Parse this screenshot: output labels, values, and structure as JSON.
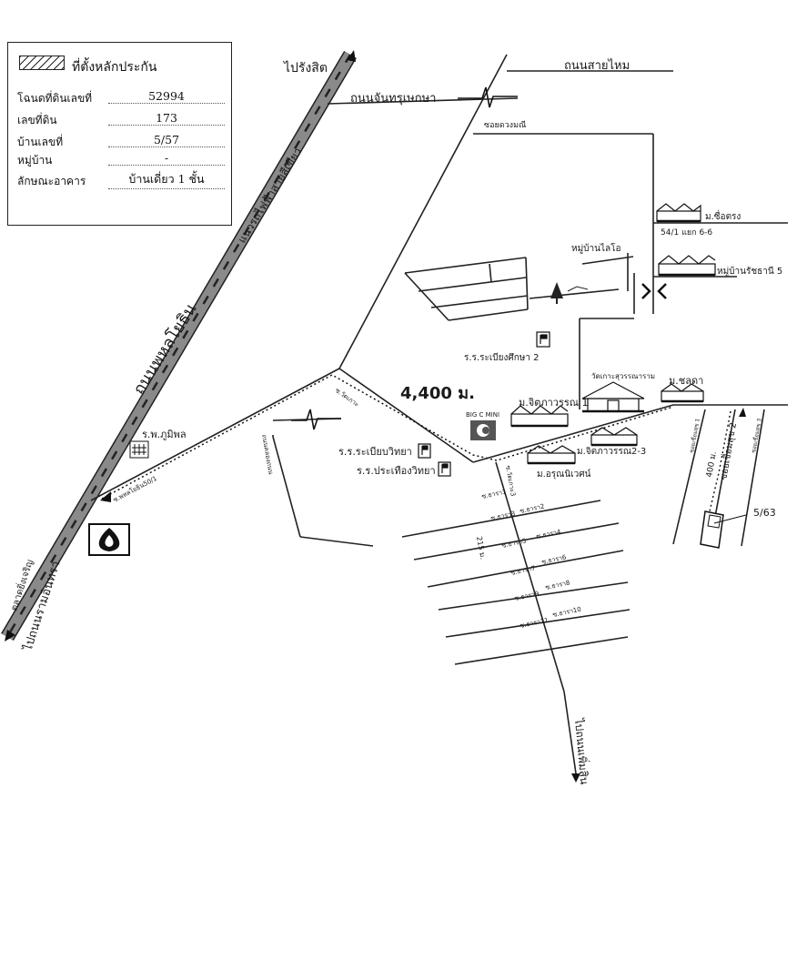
{
  "legend": {
    "title": "ที่ตั้งหลักประกัน",
    "rows": [
      {
        "label": "โฉนดที่ดินเลขที่",
        "value": "52994"
      },
      {
        "label": "เลขที่ดิน",
        "value": "173"
      },
      {
        "label": "บ้านเลขที่",
        "value": "5/57"
      },
      {
        "label": "หมู่บ้าน",
        "value": "-"
      },
      {
        "label": "ลักษณะอาคาร",
        "value": "บ้านเดี่ยว 1 ชั้น"
      }
    ]
  },
  "roads": {
    "phahonyothin": "ถนนพหลโยธิน",
    "skytrain": "แนวรถไฟฟ้าสายสีเขียว",
    "to_rangsit": "ไปรังสิต",
    "sai_mai": "ถนนสายไหม",
    "chantharakasem": "ถนนจันทรุเษกษา",
    "soi_duangmanee": "ซอยดวงมณี",
    "to_wongwaen": "ไปถนนรามอินทรา",
    "talad_yingcharoen": "ตลาดยิ่งเจริญ",
    "soi_phahon": "ซ.พหลโยธิน50/1",
    "soi_watko": "ซ.วัดเกาะ",
    "soi_watko3": "ซ.วัดเกาะ3",
    "thanon_kanlapaphruek": "ถนนคลองถนน",
    "to_kanchana": "ไปถนนเพิ่มสิน",
    "soi_chuengsuk": "ซอยเชื่อมสุข 2",
    "soi_r1": "ซอยเชื่อมสุข 1",
    "soi_r3": "ซอยเชื่อมสุข 3",
    "dist_4400": "4,400 ม.",
    "dist_400": "400 ม.",
    "dist_215": "215 ม.",
    "soi_list": [
      "ซ.ธารา1",
      "ซ.ธารา2",
      "ซ.ธารา3",
      "ซ.ธารา4",
      "ซ.ธารา5",
      "ซ.ธารา6",
      "ซ.ธารา7",
      "ซ.ธารา8",
      "ซ.ธารา9",
      "ซ.ธารา10",
      "ซ.ธารา11"
    ]
  },
  "places": {
    "m_suetrong": "ม.ซื่อตรง",
    "soi_54_1": "54/1 แยก 6-6",
    "moobaan_laiyo": "หมู่บ้านไลโอ",
    "moobaan_ratchathani": "หมู่บ้านรัชธานี 5",
    "school_rabiang2": "ร.ร.ระเบียงศึกษา 2",
    "wat": "วัดเกาะสุวรรณาราม",
    "m_chalada": "ม.ชลดา",
    "m_jitpawan1": "ม.จิตภาวรรณ 1",
    "m_jitpawan23": "ม.จิตภาวรรณ2-3",
    "m_arunniwet": "ม.อรุณนิเวศน์",
    "bigc": "BIG C MINI",
    "hospital": "ร.พ.ภูมิพล",
    "school_rabiab": "ร.ร.ระเบียบวิทยา",
    "school_prasert": "ร.ร.ประเทืองวิทยา",
    "plot_no": "5/63"
  },
  "colors": {
    "ink": "#1a1a1a",
    "road_fill": "#7a7a7a"
  }
}
